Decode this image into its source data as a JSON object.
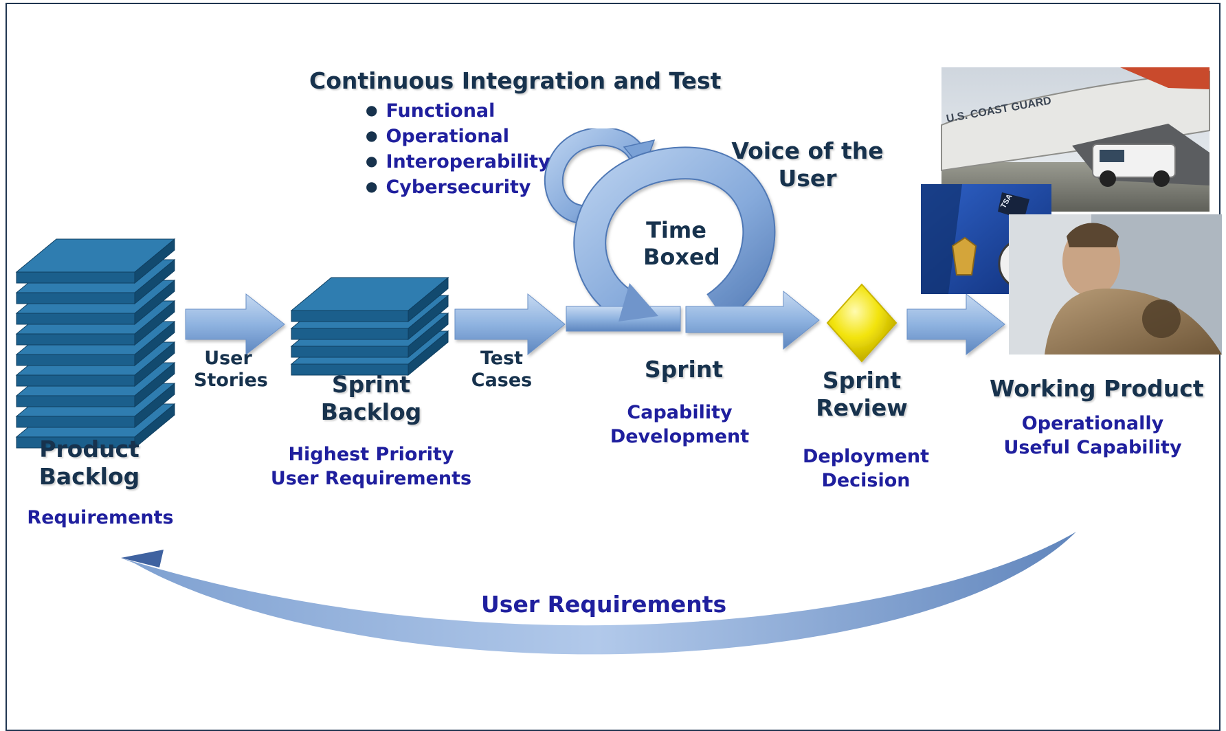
{
  "ci_test": {
    "title": "Continuous Integration and Test",
    "items": [
      "Functional",
      "Operational",
      "Interoperability",
      "Cybersecurity"
    ]
  },
  "product_backlog": {
    "title_line1": "Product",
    "title_line2": "Backlog",
    "subtitle": "Requirements"
  },
  "user_stories": {
    "line1": "User",
    "line2": "Stories"
  },
  "sprint_backlog": {
    "title_line1": "Sprint",
    "title_line2": "Backlog",
    "subtitle_line1": "Highest Priority",
    "subtitle_line2": "User Requirements"
  },
  "test_cases": {
    "line1": "Test",
    "line2": "Cases"
  },
  "sprint": {
    "title": "Sprint",
    "center_line1": "Time",
    "center_line2": "Boxed",
    "subtitle_line1": "Capability",
    "subtitle_line2": "Development"
  },
  "voice_of_user": {
    "line1": "Voice of the",
    "line2": "User"
  },
  "sprint_review": {
    "title_line1": "Sprint",
    "title_line2": "Review",
    "subtitle_line1": "Deployment",
    "subtitle_line2": "Decision"
  },
  "working_product": {
    "title": "Working Product",
    "subtitle_line1": "Operationally",
    "subtitle_line2": "Useful Capability"
  },
  "feedback": {
    "label": "User Requirements"
  },
  "photos": {
    "plane_text": "U.S. COAST GUARD",
    "badge_text": "TSA"
  },
  "colors": {
    "dark_text": "#17324d",
    "blue_text": "#1f1f9e",
    "stack_blue": "#1b5f8c",
    "arrow_blue": "#8fb3e0",
    "diamond": "#f2e30a"
  }
}
